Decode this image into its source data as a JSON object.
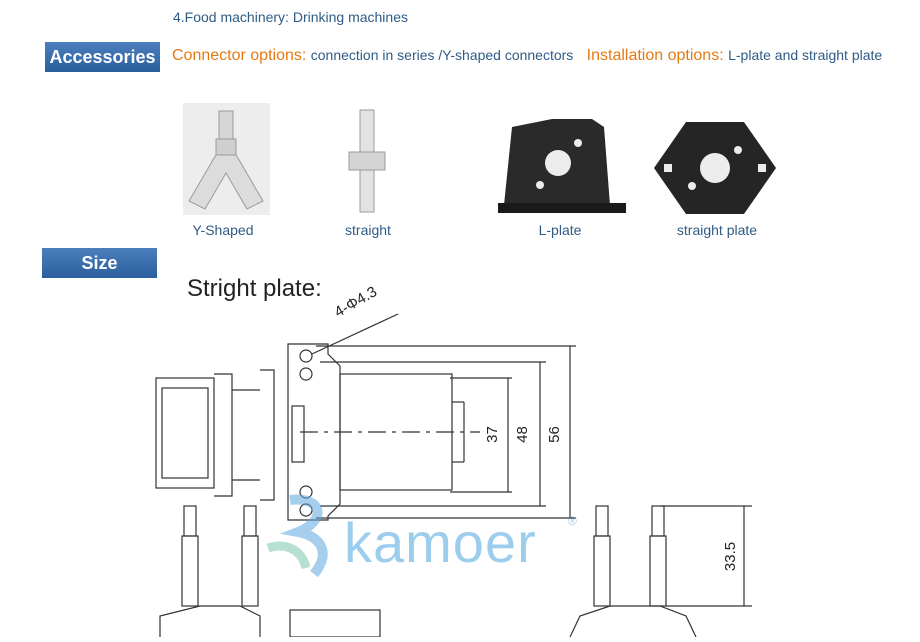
{
  "applications": {
    "line4": "4.Food machinery: Drinking machines"
  },
  "accessories": {
    "badge": "Accessories",
    "connector_title": "Connector options:",
    "connector_text": "connection in series /Y-shaped connectors",
    "installation_title": "Installation options:",
    "installation_text": "L-plate and straight plate",
    "items": [
      {
        "label": "Y-Shaped",
        "icon": "y-connector-icon"
      },
      {
        "label": "straight",
        "icon": "straight-connector-icon"
      },
      {
        "label": "L-plate",
        "icon": "l-plate-icon"
      },
      {
        "label": "straight plate",
        "icon": "straight-plate-icon"
      }
    ]
  },
  "size": {
    "badge": "Size",
    "drawing_title": "Stright plate:",
    "hole_spec": "4-Φ4.3",
    "dimensions": [
      "37",
      "48",
      "56",
      "33.5"
    ]
  },
  "watermark": {
    "brand": "kamoer"
  },
  "colors": {
    "accent": "#e47a12",
    "badge": "#2b5e9c",
    "text": "#2f5b86"
  }
}
